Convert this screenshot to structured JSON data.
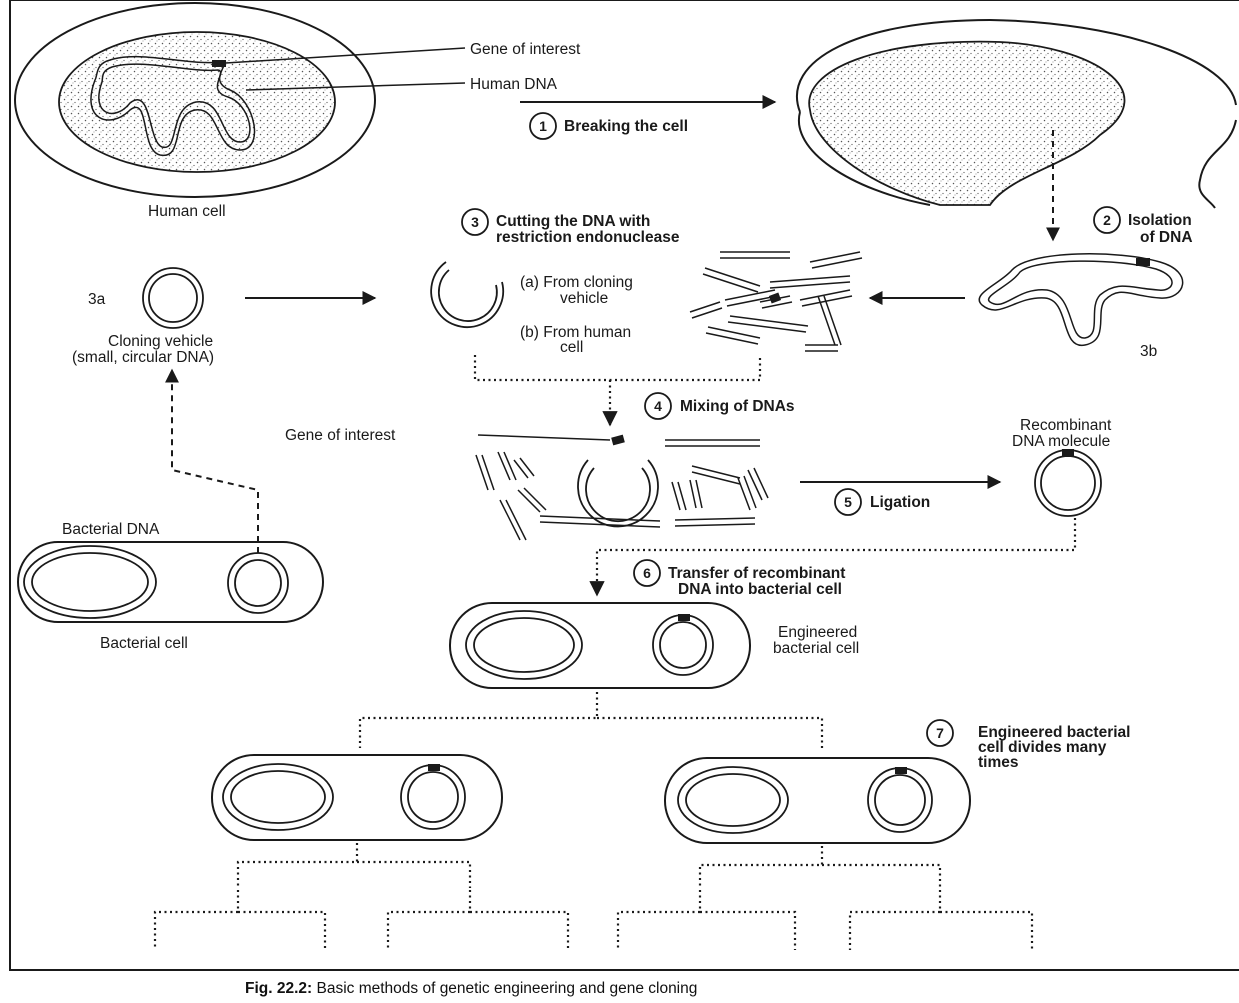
{
  "labels": {
    "gene_of_interest_top": "Gene of interest",
    "human_dna": "Human DNA",
    "human_cell": "Human cell",
    "label_3a": "3a",
    "label_3b": "3b",
    "cloning_vehicle_1": "Cloning vehicle",
    "cloning_vehicle_2": "(small, circular DNA)",
    "from_cloning_1": "(a) From cloning",
    "from_cloning_2": "vehicle",
    "from_human_1": "(b) From human",
    "from_human_2": "cell",
    "gene_of_interest_mid": "Gene of interest",
    "recombinant_1": "Recombinant",
    "recombinant_2": "DNA molecule",
    "bacterial_dna": "Bacterial DNA",
    "bacterial_cell": "Bacterial cell",
    "engineered_1": "Engineered",
    "engineered_2": "bacterial cell"
  },
  "steps": [
    {
      "num": "1",
      "lines": [
        "Breaking the cell"
      ]
    },
    {
      "num": "2",
      "lines": [
        "Isolation",
        "of DNA"
      ]
    },
    {
      "num": "3",
      "lines": [
        "Cutting the DNA with",
        "restriction endonuclease"
      ]
    },
    {
      "num": "4",
      "lines": [
        "Mixing of DNAs"
      ]
    },
    {
      "num": "5",
      "lines": [
        "Ligation"
      ]
    },
    {
      "num": "6",
      "lines": [
        "Transfer of recombinant",
        "DNA into bacterial cell"
      ]
    },
    {
      "num": "7",
      "lines": [
        "Engineered bacterial",
        "cell divides many",
        "times"
      ]
    }
  ],
  "caption": "Fig. 22.2: Basic methods of genetic engineering and gene cloning",
  "colors": {
    "ink": "#1a1a1a",
    "background": "#ffffff"
  }
}
